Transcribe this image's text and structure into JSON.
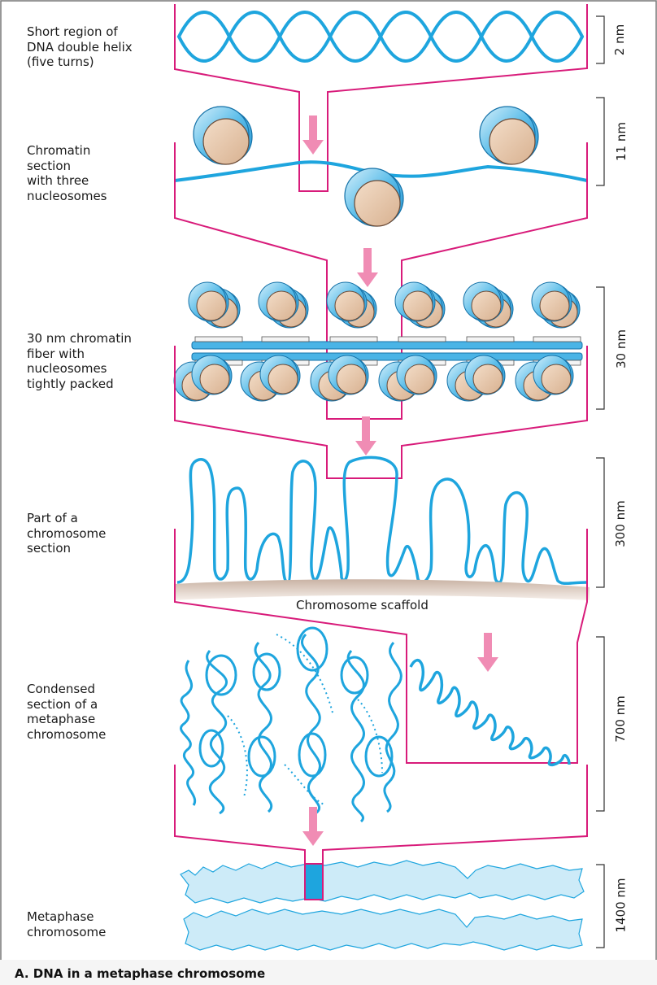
{
  "labels": {
    "dna": "Short region of\nDNA double helix\n(five turns)",
    "chromatin": "Chromatin\nsection\nwith three\nnucleosomes",
    "fiber": "30 nm chromatin\nfiber with\nnucleosomes\ntightly packed",
    "chromosome_part": "Part of a\nchromosome\nsection",
    "condensed": "Condensed\nsection of a\nmetaphase\nchromosome",
    "metaphase": "Metaphase\nchromosome"
  },
  "scales": [
    "2 nm",
    "11 nm",
    "30 nm",
    "300 nm",
    "700 nm",
    "1400 nm"
  ],
  "scaffold_label": "Chromosome scaffold",
  "caption": "A. DNA in a metaphase chromosome",
  "colors": {
    "frame": "#d81b7a",
    "dna": "#1ea5de",
    "histone": "#e6c4a6",
    "nucleosome_shell": "#7fc8ef",
    "arrow": "#f08cb4",
    "chromosome_fill": "#cdebf8"
  }
}
